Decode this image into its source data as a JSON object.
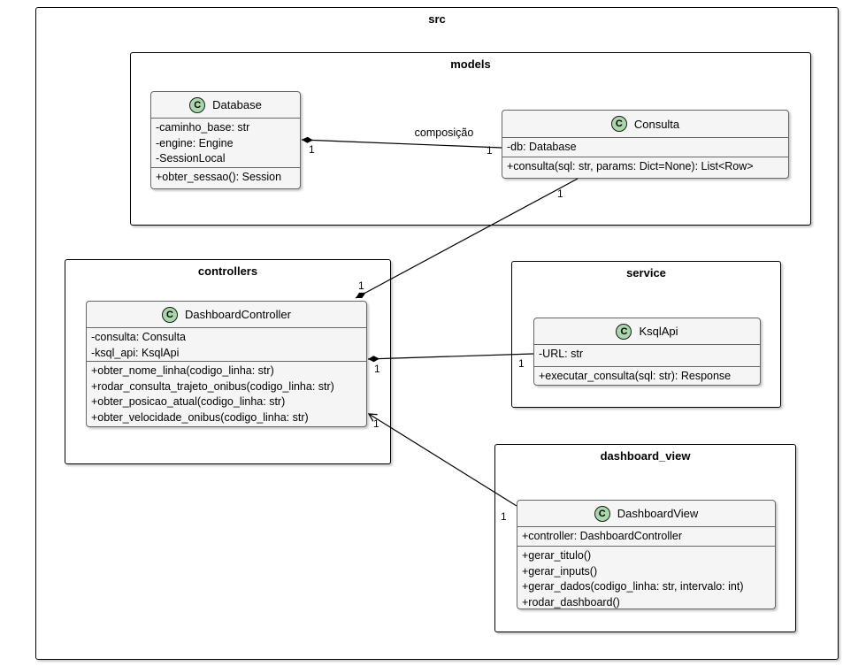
{
  "root_package": {
    "label": "src"
  },
  "packages": [
    {
      "label": "models"
    },
    {
      "label": "controllers"
    },
    {
      "label": "service"
    },
    {
      "label": "dashboard_view"
    }
  ],
  "classes": [
    {
      "badge": "C",
      "name": "Database",
      "attributes": [
        "-caminho_base: str",
        "-engine: Engine",
        "-SessionLocal"
      ],
      "methods": [
        "+obter_sessao(): Session"
      ]
    },
    {
      "badge": "C",
      "name": "Consulta",
      "attributes": [
        "-db: Database"
      ],
      "methods": [
        "+consulta(sql: str, params: Dict=None): List<Row>"
      ]
    },
    {
      "badge": "C",
      "name": "DashboardController",
      "attributes": [
        "-consulta: Consulta",
        "-ksql_api: KsqlApi"
      ],
      "methods": [
        "+obter_nome_linha(codigo_linha: str)",
        "+rodar_consulta_trajeto_onibus(codigo_linha: str)",
        "+obter_posicao_atual(codigo_linha: str)",
        "+obter_velocidade_onibus(codigo_linha: str)"
      ]
    },
    {
      "badge": "C",
      "name": "KsqlApi",
      "attributes": [
        "-URL: str"
      ],
      "methods": [
        "+executar_consulta(sql: str): Response"
      ]
    },
    {
      "badge": "C",
      "name": "DashboardView",
      "attributes": [
        "+controller: DashboardController"
      ],
      "methods": [
        "+gerar_titulo()",
        "+gerar_inputs()",
        "+gerar_dados(codigo_linha: str, intervalo: int)",
        "+rodar_dashboard()"
      ]
    }
  ],
  "edges": [
    {
      "type": "composition",
      "from": "Database",
      "to": "Consulta",
      "label": "composição",
      "from_mult": "1",
      "to_mult": "1"
    },
    {
      "type": "composition",
      "from": "DashboardController",
      "to": "Consulta",
      "label": "",
      "from_mult": "1",
      "to_mult": "1"
    },
    {
      "type": "composition",
      "from": "DashboardController",
      "to": "KsqlApi",
      "label": "",
      "from_mult": "1",
      "to_mult": "1"
    },
    {
      "type": "association",
      "from": "DashboardView",
      "to": "DashboardController",
      "label": "",
      "from_mult": "1",
      "to_mult": "1"
    }
  ],
  "colors": {
    "class_fill": "#f5f5f5",
    "class_border": "#666666",
    "frame_border": "#000000",
    "badge_fill": "#a9d7ab",
    "edge_line": "#000000",
    "background": "#ffffff"
  }
}
